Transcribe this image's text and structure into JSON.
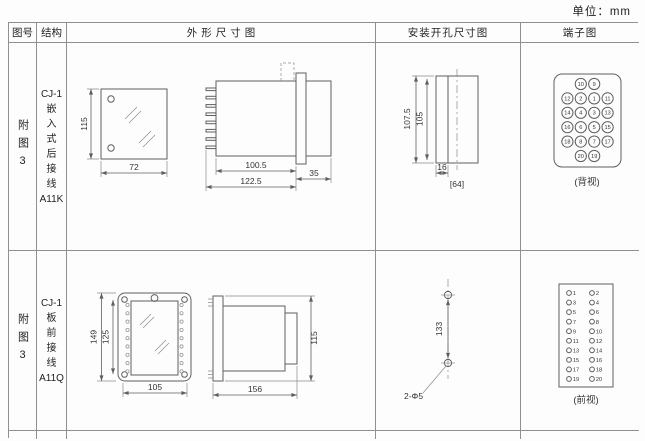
{
  "unit_label": "单位：mm",
  "headers": {
    "figure_no": "图号",
    "structure": "结构",
    "outline": "外形尺寸图",
    "mounting": "安装开孔尺寸图",
    "terminal": "端子图"
  },
  "rows": [
    {
      "figure_no": "附图3",
      "structure_lines": [
        "CJ-1",
        "嵌",
        "入",
        "式",
        "后",
        "接",
        "线",
        "A11K"
      ],
      "dims": {
        "height": "115",
        "width": "72",
        "body_len": "100.5",
        "total_len": "122.5",
        "front_len": "35"
      },
      "hole_dims": {
        "outer_h": "107.5",
        "inner_h": "105",
        "step_w": "16",
        "width_ref": "[64]"
      },
      "terminal_rows": [
        [
          "10",
          "9"
        ],
        [
          "12",
          "2",
          "1",
          "11"
        ],
        [
          "14",
          "4",
          "3",
          "13"
        ],
        [
          "16",
          "6",
          "5",
          "15"
        ],
        [
          "18",
          "8",
          "7",
          "17"
        ],
        [
          "20",
          "19"
        ]
      ],
      "view_label": "(背视)"
    },
    {
      "figure_no": "附图3",
      "structure_lines": [
        "CJ-1",
        "板",
        "前",
        "接",
        "线",
        "A11Q"
      ],
      "dims": {
        "plate_h": "149",
        "inner_h": "125",
        "plate_w": "105",
        "side_len": "156",
        "side_h": "115"
      },
      "hole_dims": {
        "spacing": "133",
        "hole_label": "2-Φ5"
      },
      "terminal_rows": [
        [
          "1",
          "2"
        ],
        [
          "3",
          "4"
        ],
        [
          "5",
          "6"
        ],
        [
          "7",
          "8"
        ],
        [
          "9",
          "10"
        ],
        [
          "11",
          "12"
        ],
        [
          "13",
          "14"
        ],
        [
          "15",
          "16"
        ],
        [
          "17",
          "18"
        ],
        [
          "19",
          "20"
        ]
      ],
      "view_label": "(前视)"
    }
  ]
}
